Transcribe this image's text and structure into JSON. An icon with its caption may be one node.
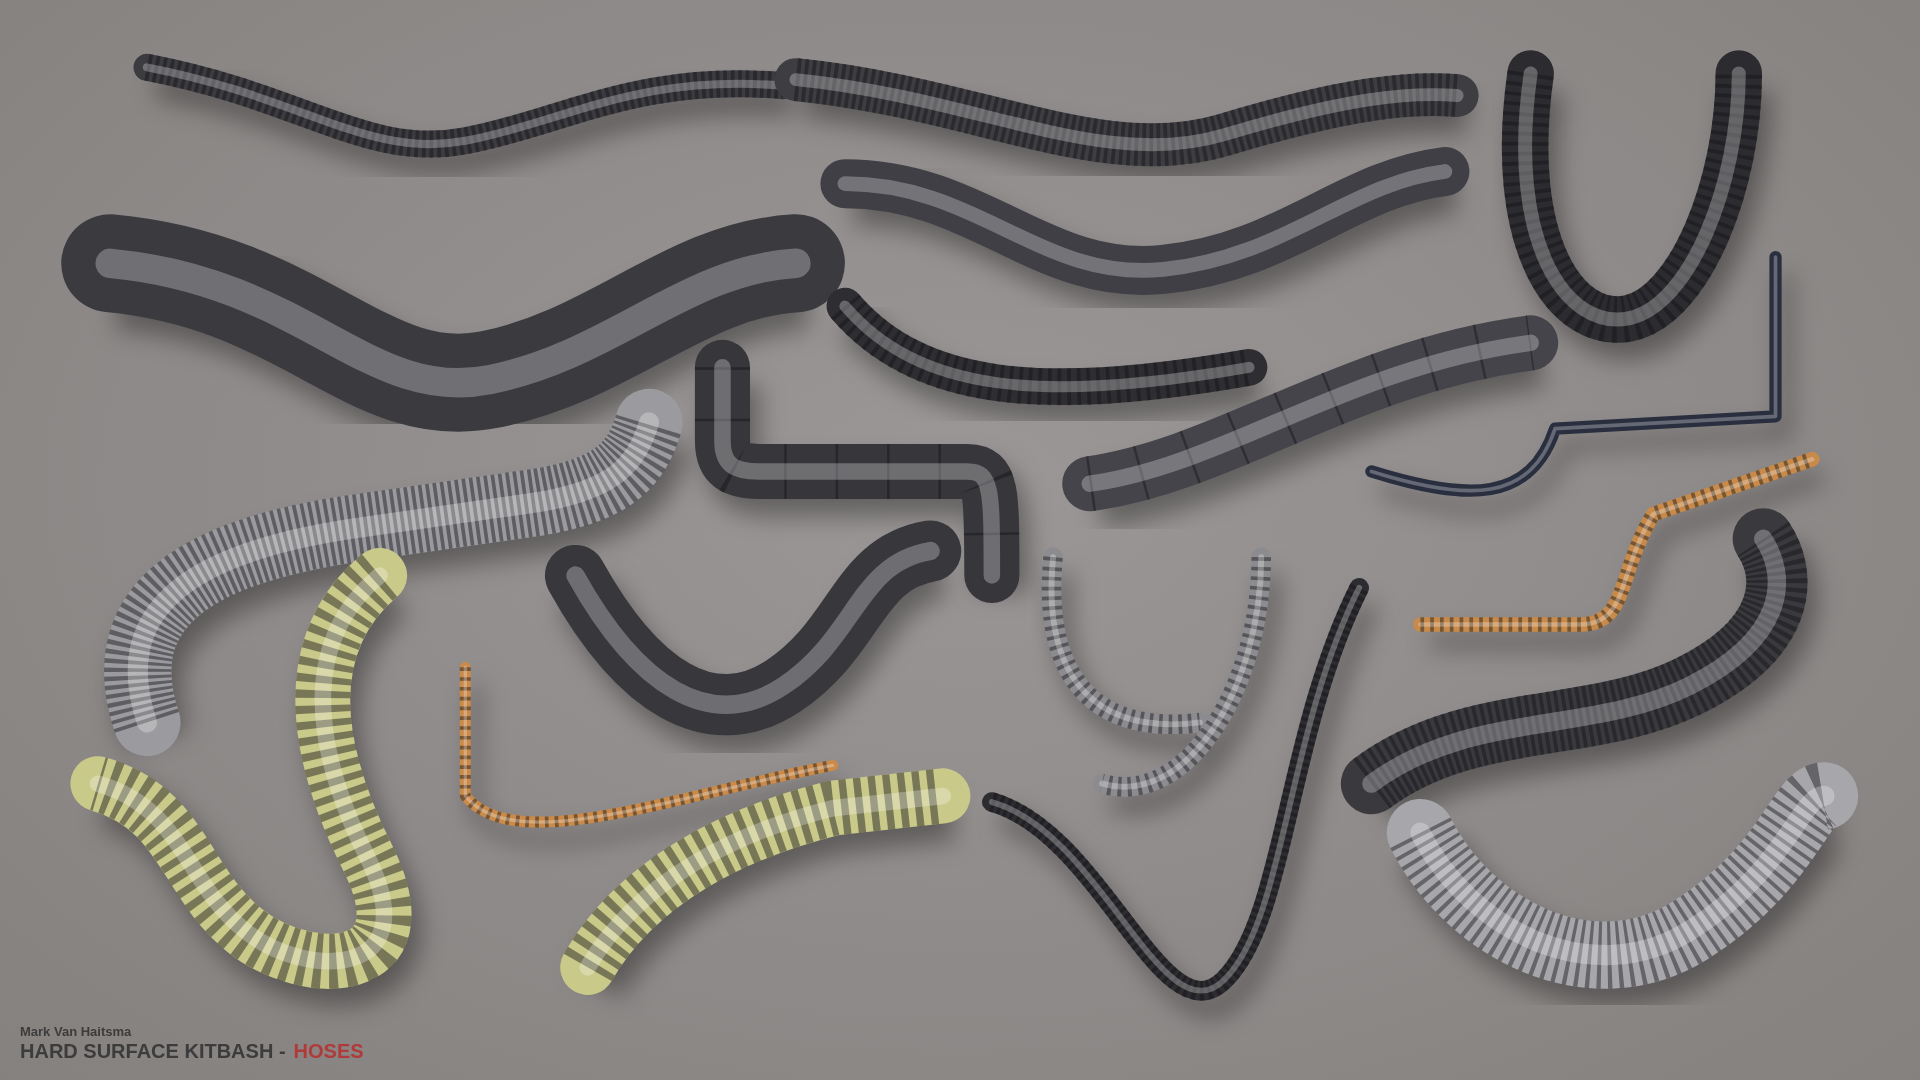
{
  "diagram": {
    "labels": [
      "Mark Van Haitsma",
      "HARD SURFACE KITBASH -",
      "HOSES"
    ]
  }
}
